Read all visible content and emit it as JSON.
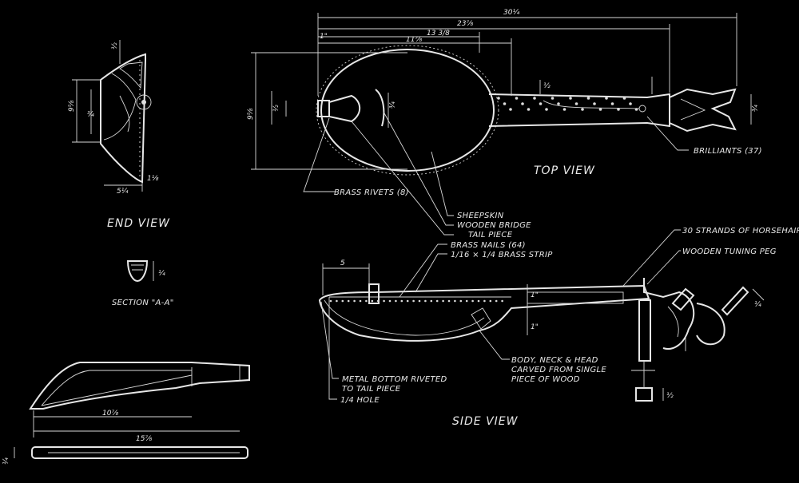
{
  "colors": {
    "background": "#000000",
    "line": "#e6e6e6"
  },
  "views": {
    "top": "TOP VIEW",
    "end": "END VIEW",
    "side": "SIDE VIEW",
    "section": "SECTION \"A-A\""
  },
  "callouts": {
    "brass_rivets": "BRASS RIVETS (8)",
    "sheepskin": "SHEEPSKIN",
    "wooden_bridge": "WOODEN BRIDGE",
    "tail_piece": "TAIL PIECE",
    "brass_nails": "BRASS NAILS (64)",
    "brass_strip": "1/16 × 1/4 BRASS STRIP",
    "brilliants": "BRILLIANTS (37)",
    "horsehair": "30 STRANDS OF HORSEHAIR",
    "tuning_peg": "WOODEN TUNING PEG",
    "body_line1": "BODY, NECK & HEAD",
    "body_line2": "CARVED FROM SINGLE",
    "body_line3": "PIECE OF WOOD",
    "metal_line1": "METAL BOTTOM RIVETED",
    "metal_line2": "TO TAIL PIECE",
    "hole": "1/4 HOLE"
  },
  "dimensions": {
    "overall_length": "30¼",
    "length_a": "23⅞",
    "length_b": "13 3/8",
    "length_c": "11⅞",
    "one": "1\"",
    "bow_inner": "10⅞",
    "bow_outer": "15⅞",
    "end_width": "5¼",
    "end_depth": "1⅛",
    "half": "½",
    "quarter": "¼",
    "body_width": "9⅝",
    "three_quarter": "¾",
    "five": "5"
  }
}
